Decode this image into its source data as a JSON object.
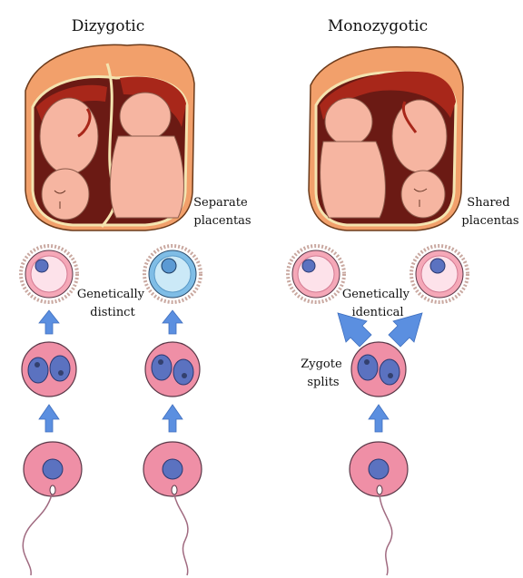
{
  "titles": {
    "left": "Dizygotic",
    "right": "Monozygotic"
  },
  "placenta_labels": {
    "left": [
      "Separate",
      "placentas"
    ],
    "right": [
      "Shared",
      "placentas"
    ]
  },
  "egg_labels": {
    "left": [
      "Genetically",
      "distinct"
    ],
    "right": [
      "Genetically",
      "identical"
    ]
  },
  "split_label": [
    "Zygote",
    "splits"
  ],
  "colors": {
    "cell_pink": "#ef8fa6",
    "cell_outline": "#5a3848",
    "nucleus_blue": "#5b72c0",
    "arrow_blue": "#5b8fe0",
    "placenta_orange": "#f2a06b",
    "uterus_dark": "#6b1a14",
    "fetus_skin": "#f6b5a1",
    "egg_blue": "#9fd3ef"
  }
}
